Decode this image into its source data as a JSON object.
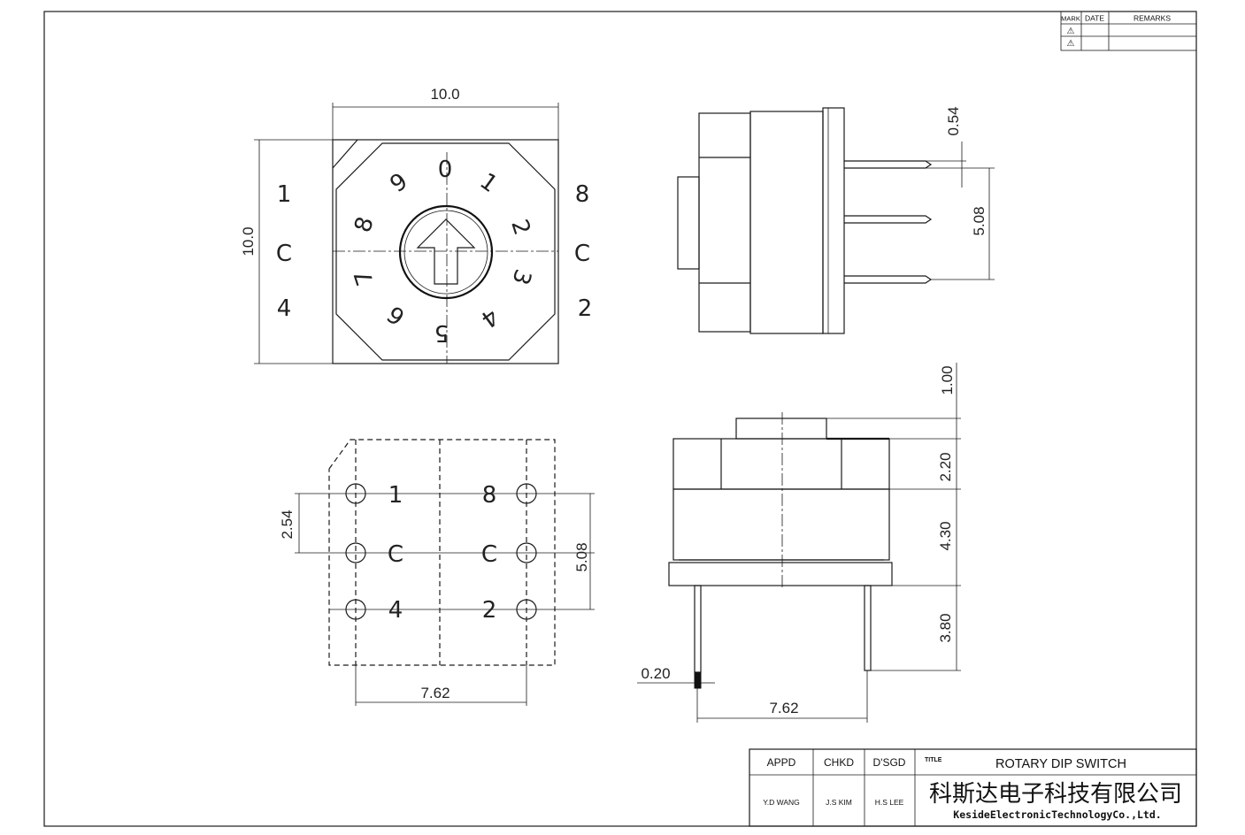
{
  "revision_table": {
    "headers": [
      "MARK",
      "DATE",
      "REMARKS"
    ],
    "marks": [
      "⚠",
      "⚠"
    ]
  },
  "top_view": {
    "dim_width": "10.0",
    "dim_height": "10.0",
    "dial_digits": [
      "0",
      "1",
      "2",
      "3",
      "4",
      "5",
      "6",
      "7",
      "8",
      "9"
    ],
    "left_pins": [
      "1",
      "C",
      "4"
    ],
    "right_pins": [
      "8",
      "C",
      "2"
    ]
  },
  "side_view": {
    "dim_pin_width": "0.54",
    "dim_pitch": "5.08"
  },
  "footprint_view": {
    "left_labels": [
      "1",
      "C",
      "4"
    ],
    "right_labels": [
      "8",
      "C",
      "2"
    ],
    "dim_pitch_v": "2.54",
    "dim_pitch_total": "5.08",
    "dim_row_spacing": "7.62"
  },
  "front_view": {
    "dim_knob": "1.00",
    "dim_upper": "2.20",
    "dim_body": "4.30",
    "dim_pin_len": "3.80",
    "dim_pin_thk": "0.20",
    "dim_spacing": "7.62"
  },
  "title_block": {
    "appd_label": "APPD",
    "chkd_label": "CHKD",
    "dsgd_label": "D'SGD",
    "title_label": "TITLE",
    "title": "ROTARY DIP SWITCH",
    "appd_name": "Y.D WANG",
    "chkd_name": "J.S KIM",
    "dsgd_name": "H.S LEE",
    "company_cn": "科斯达电子科技有限公司",
    "company_en": "KesideElectronicTechnologyCo.,Ltd."
  }
}
